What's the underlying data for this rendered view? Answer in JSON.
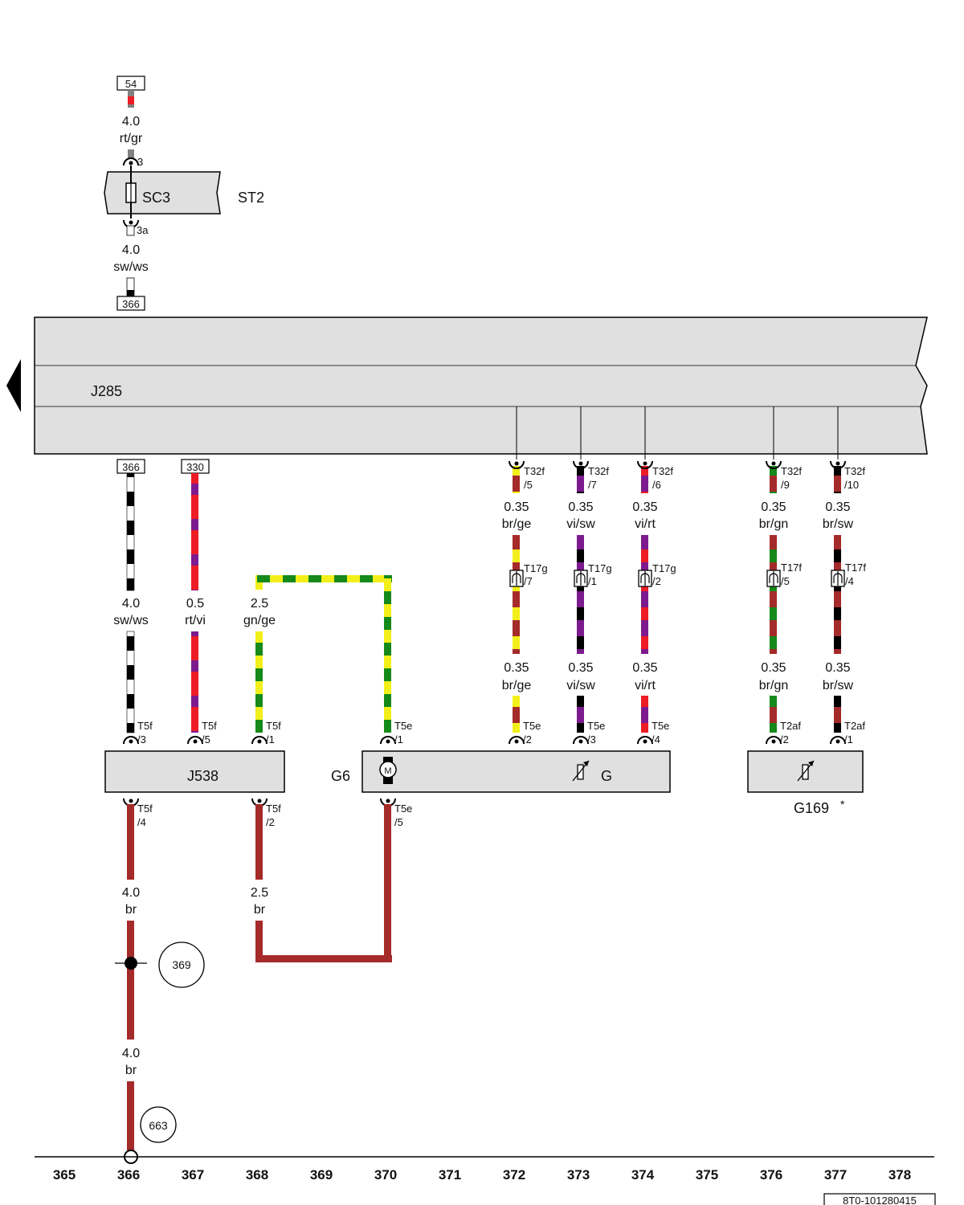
{
  "colors": {
    "rt": "#ee1c25",
    "gr": "#808080",
    "sw": "#000000",
    "ws": "#ffffff",
    "vi": "#7d1a8f",
    "gn": "#158a1a",
    "ge": "#f3ef1a",
    "br": "#a52a2a",
    "component_fill": "#e0e0e0"
  },
  "references": {
    "r54": "54",
    "r366_top": "366",
    "r366_a": "366",
    "r330": "330"
  },
  "fuse": {
    "label": "SC3",
    "pin_in": "3",
    "pin_out": "3a",
    "holder": "ST2",
    "wire_in": {
      "size": "4.0",
      "color": "rt/gr"
    },
    "wire_out": {
      "size": "4.0",
      "color": "sw/ws"
    }
  },
  "control_unit": {
    "label": "J285"
  },
  "components": {
    "j538": "J538",
    "g6": "G6",
    "g": "G",
    "g169": "G169",
    "note_mark": "*",
    "motor_symbol": "M"
  },
  "connectors": {
    "t32f5": [
      "T32f",
      "/5"
    ],
    "t32f7": [
      "T32f",
      "/7"
    ],
    "t32f6": [
      "T32f",
      "/6"
    ],
    "t32f9": [
      "T32f",
      "/9"
    ],
    "t32f10": [
      "T32f",
      "/10"
    ],
    "t17g7": [
      "T17g",
      "/7"
    ],
    "t17g1": [
      "T17g",
      "/1"
    ],
    "t17g2": [
      "T17g",
      "/2"
    ],
    "t17f5": [
      "T17f",
      "/5"
    ],
    "t17f4": [
      "T17f",
      "/4"
    ],
    "t5f3": [
      "T5f",
      "/3"
    ],
    "t5f5": [
      "T5f",
      "/5"
    ],
    "t5f1": [
      "T5f",
      "/1"
    ],
    "t5e1": [
      "T5e",
      "/1"
    ],
    "t5e2": [
      "T5e",
      "/2"
    ],
    "t5e3": [
      "T5e",
      "/3"
    ],
    "t5e4": [
      "T5e",
      "/4"
    ],
    "t2af2": [
      "T2af",
      "/2"
    ],
    "t2af1": [
      "T2af",
      "/1"
    ],
    "t5f4": [
      "T5f",
      "/4"
    ],
    "t5f2": [
      "T5f",
      "/2"
    ],
    "t5e5": [
      "T5e",
      "/5"
    ]
  },
  "wires": {
    "w366_mid": {
      "size": "4.0",
      "color": "sw/ws"
    },
    "w367_mid": {
      "size": "0.5",
      "color": "rt/vi"
    },
    "w368_mid": {
      "size": "2.5",
      "color": "gn/ge"
    },
    "w372_up": {
      "size": "0.35",
      "color": "br/ge"
    },
    "w373_up": {
      "size": "0.35",
      "color": "vi/sw"
    },
    "w374_up": {
      "size": "0.35",
      "color": "vi/rt"
    },
    "w376_up": {
      "size": "0.35",
      "color": "br/gn"
    },
    "w377_up": {
      "size": "0.35",
      "color": "br/sw"
    },
    "w372_lo": {
      "size": "0.35",
      "color": "br/ge"
    },
    "w373_lo": {
      "size": "0.35",
      "color": "vi/sw"
    },
    "w374_lo": {
      "size": "0.35",
      "color": "vi/rt"
    },
    "w376_lo": {
      "size": "0.35",
      "color": "br/gn"
    },
    "w377_lo": {
      "size": "0.35",
      "color": "br/sw"
    },
    "w366_ground1": {
      "size": "4.0",
      "color": "br"
    },
    "w368_ground": {
      "size": "2.5",
      "color": "br"
    },
    "w366_ground2": {
      "size": "4.0",
      "color": "br"
    }
  },
  "ground_points": {
    "p369": "369",
    "p663": "663"
  },
  "columns": [
    "365",
    "366",
    "367",
    "368",
    "369",
    "370",
    "371",
    "372",
    "373",
    "374",
    "375",
    "376",
    "377",
    "378"
  ],
  "diagram_id": "8T0-101280415"
}
